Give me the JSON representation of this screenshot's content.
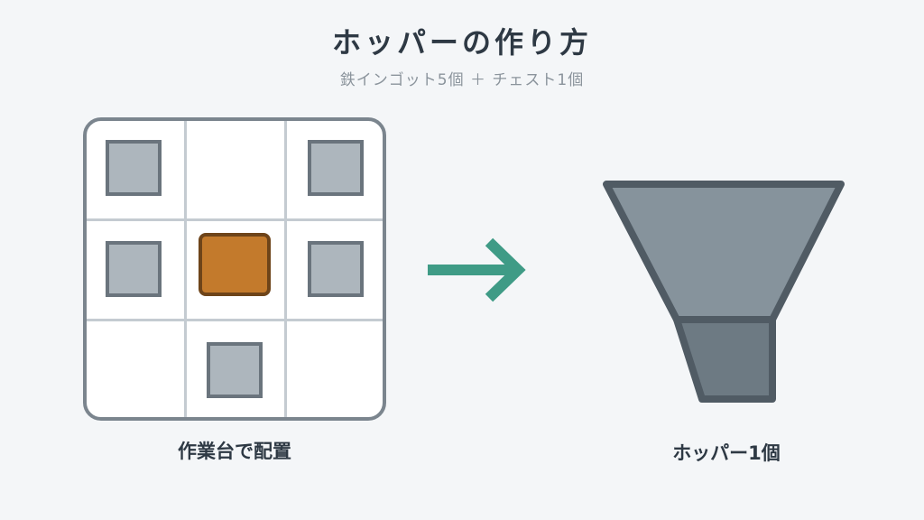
{
  "title": "ホッパーの作り方",
  "subtitle": "鉄インゴット5個 ＋ チェスト1個",
  "recipe": {
    "caption": "作業台で配置",
    "slots": [
      "iron-ingot",
      "empty",
      "iron-ingot",
      "iron-ingot",
      "chest",
      "iron-ingot",
      "empty",
      "iron-ingot",
      "empty"
    ]
  },
  "result": {
    "caption": "ホッパー1個"
  },
  "colors": {
    "background": "#f4f6f8",
    "iron": "#adb6bd",
    "chest": "#c37a2c",
    "arrow": "#3f9b86",
    "hopper_top": "#86939c",
    "hopper_bottom": "#6d7a83"
  },
  "icons": {
    "arrow": "right-arrow-icon",
    "hopper": "hopper-icon"
  }
}
